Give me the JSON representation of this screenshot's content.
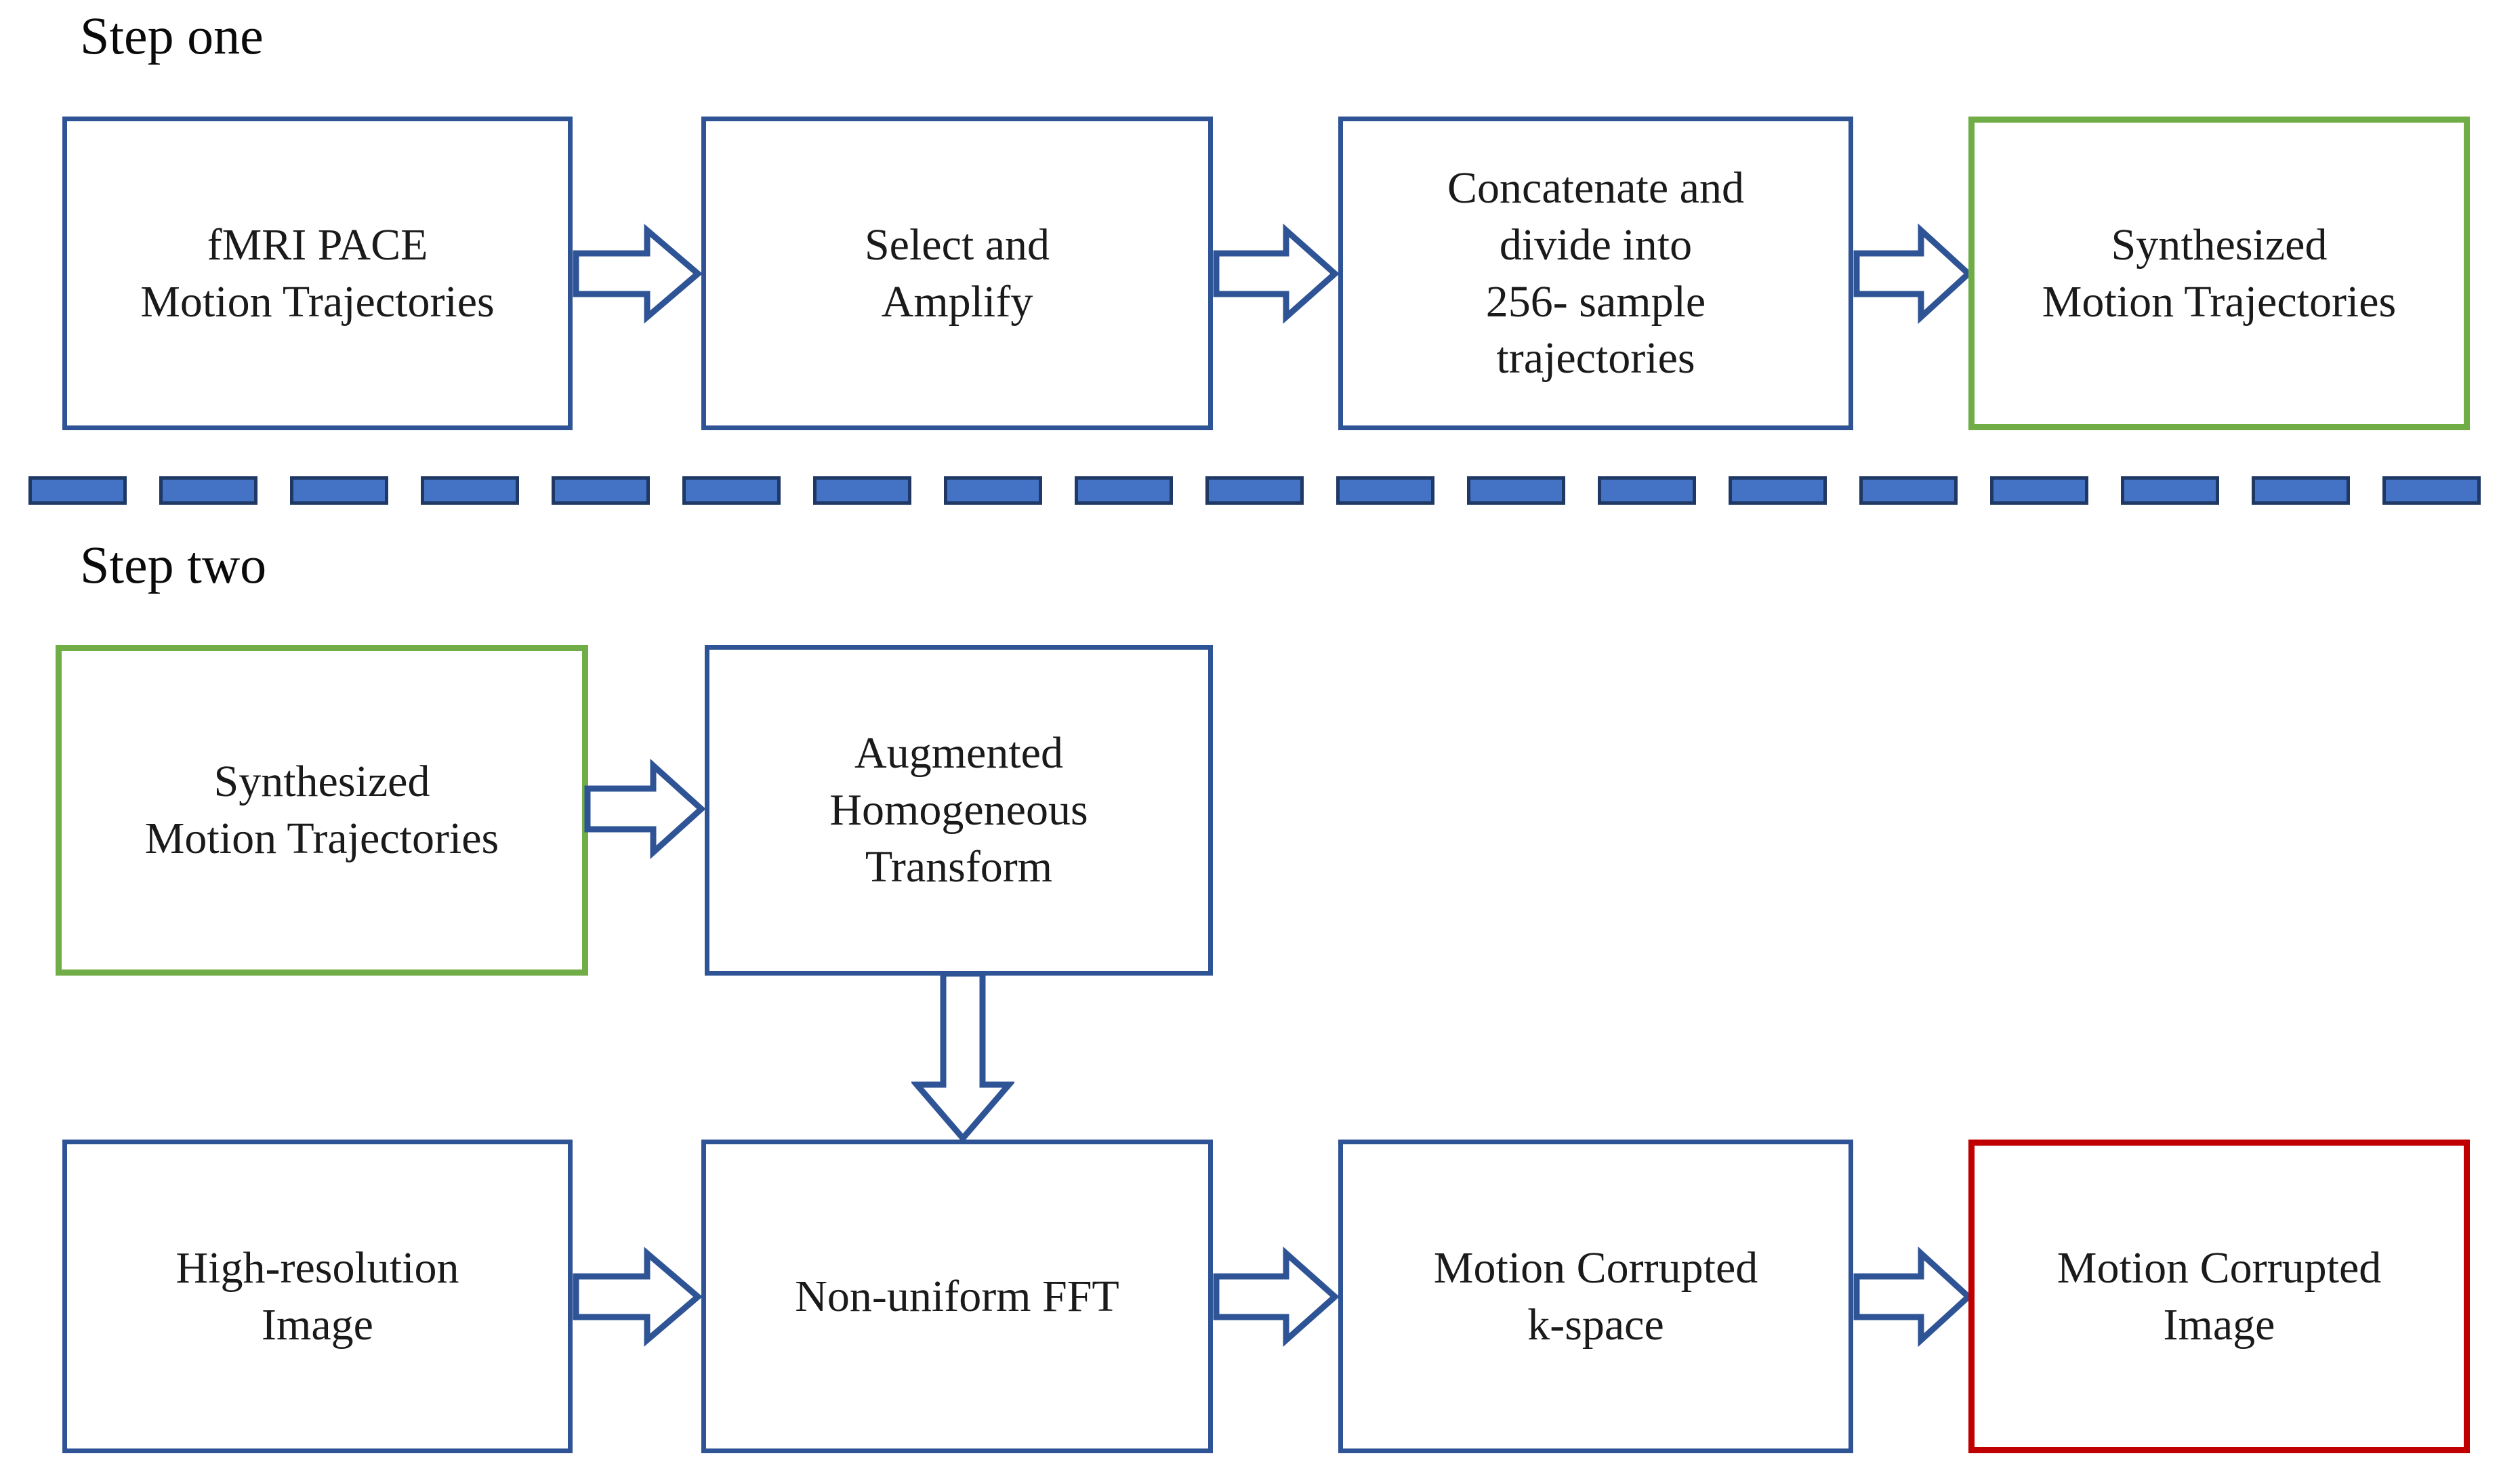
{
  "meta": {
    "accent_blue": "#2F5496",
    "accent_green": "#70AD47",
    "accent_red": "#C00000",
    "dash_fill": "#4472C4",
    "dash_stroke": "#1F3864"
  },
  "steps": [
    {
      "label": "Step one"
    },
    {
      "label": "Step two"
    }
  ],
  "step_one": {
    "boxes": [
      {
        "id": "fmri-pace-motion-trajectories",
        "text": "fMRI PACE\nMotion Trajectories",
        "border": "blue"
      },
      {
        "id": "select-and-amplify",
        "text": "Select and\nAmplify",
        "border": "blue"
      },
      {
        "id": "concatenate-and-divide",
        "text": "Concatenate and\ndivide into\n256- sample\ntrajectories",
        "border": "blue"
      },
      {
        "id": "synthesized-motion-trajectories",
        "text": "Synthesized\nMotion Trajectories",
        "border": "green"
      }
    ],
    "arrows": [
      {
        "id": "arrow-fmri-to-select",
        "direction": "right"
      },
      {
        "id": "arrow-select-to-concatenate",
        "direction": "right"
      },
      {
        "id": "arrow-concatenate-to-synthesized",
        "direction": "right"
      }
    ]
  },
  "step_two": {
    "boxes": [
      {
        "id": "synthesized-motion-trajectories-2",
        "text": "Synthesized\nMotion Trajectories",
        "border": "green"
      },
      {
        "id": "augmented-homogeneous-transform",
        "text": "Augmented\nHomogeneous\nTransform",
        "border": "blue"
      },
      {
        "id": "high-resolution-image",
        "text": "High-resolution\nImage",
        "border": "blue"
      },
      {
        "id": "non-uniform-fft",
        "text": "Non-uniform FFT",
        "border": "blue"
      },
      {
        "id": "motion-corrupted-k-space",
        "text": "Motion Corrupted\nk-space",
        "border": "blue"
      },
      {
        "id": "motion-corrupted-image",
        "text": "Motion Corrupted\nImage",
        "border": "red"
      }
    ],
    "arrows": [
      {
        "id": "arrow-synthesized-to-augmented",
        "direction": "right"
      },
      {
        "id": "arrow-augmented-to-nufft",
        "direction": "down"
      },
      {
        "id": "arrow-highres-to-nufft",
        "direction": "right"
      },
      {
        "id": "arrow-nufft-to-kspace",
        "direction": "right"
      },
      {
        "id": "arrow-kspace-to-image",
        "direction": "right"
      }
    ]
  },
  "separator": {
    "id": "dashed-divider",
    "dash_count": 19
  }
}
